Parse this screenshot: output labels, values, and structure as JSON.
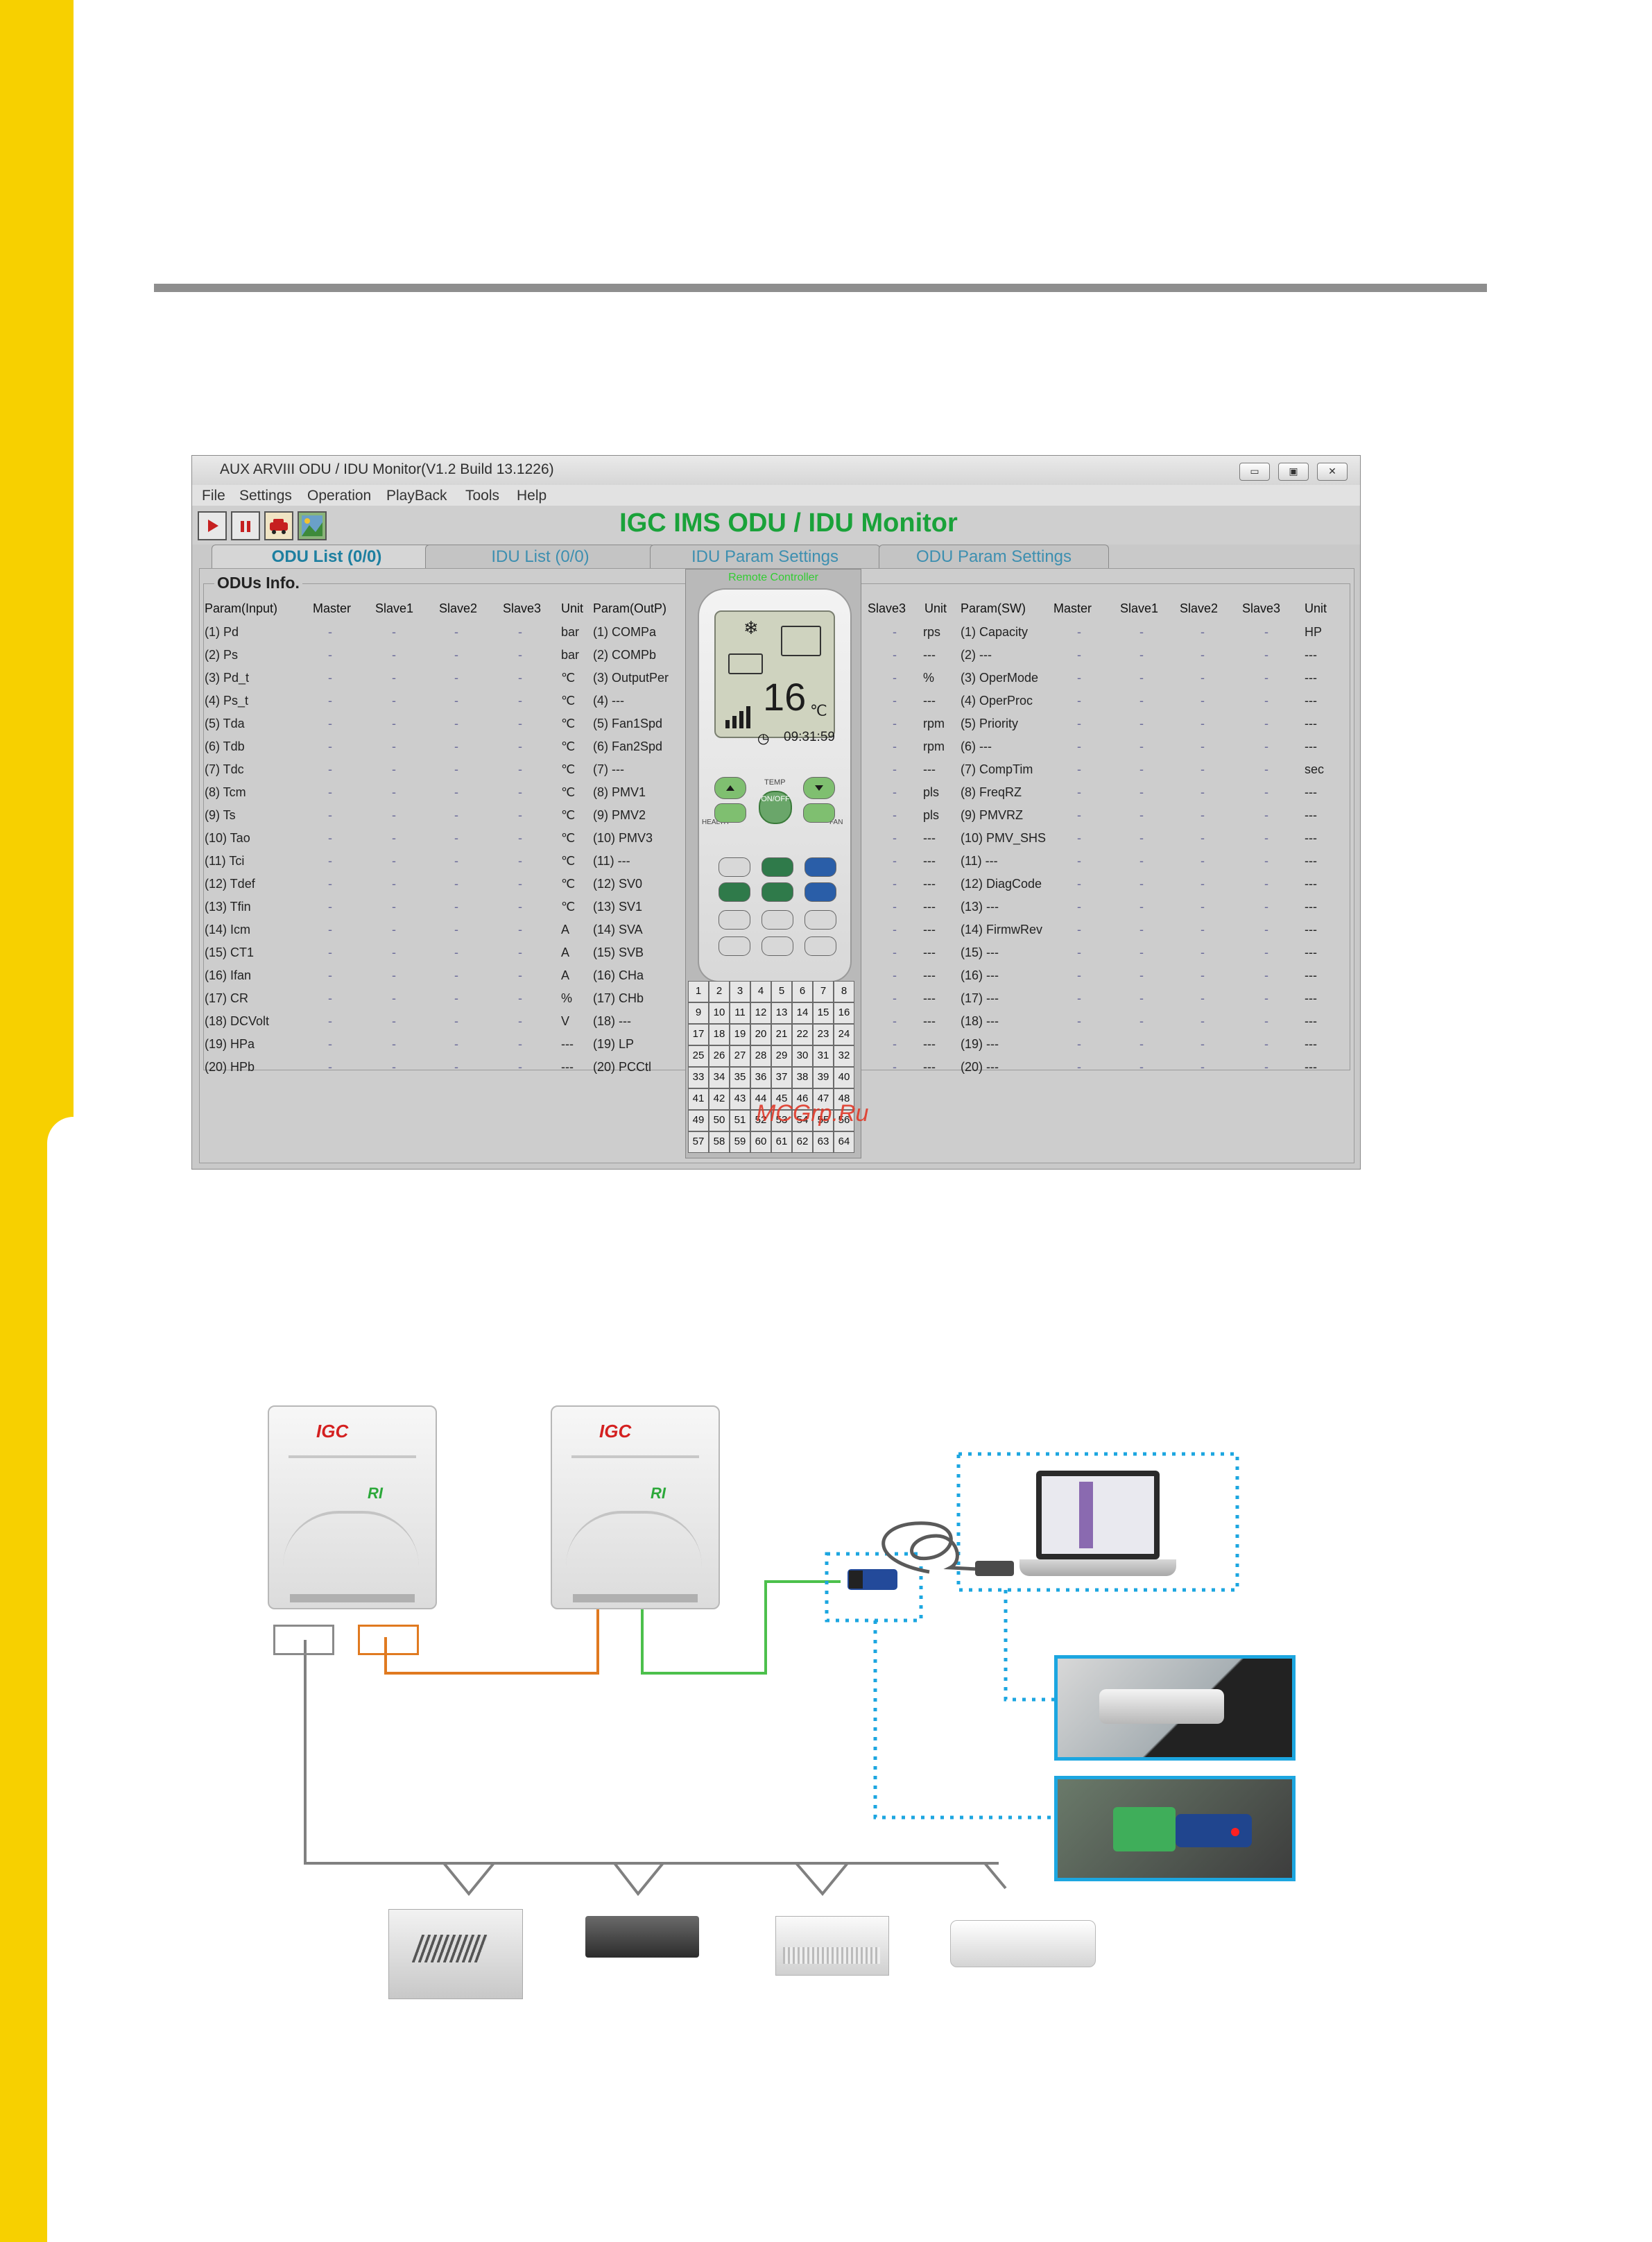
{
  "app": {
    "window_title": "AUX ARVIII ODU / IDU Monitor(V1.2 Build 13.1226)",
    "menu": [
      "File",
      "Settings",
      "Operation",
      "PlayBack",
      "Tools",
      "Help"
    ],
    "heading": "IGC IMS ODU / IDU Monitor",
    "tabs": [
      "ODU List (0/0)",
      "IDU List (0/0)",
      "IDU Param Settings",
      "ODU Param Settings"
    ],
    "group_label": "ODUs  Info.",
    "window_buttons": [
      "▭",
      "▣",
      "✕"
    ]
  },
  "table": {
    "headers": {
      "input": [
        "Param(Input)",
        "Master",
        "Slave1",
        "Slave2",
        "Slave3",
        "Unit"
      ],
      "output": [
        "Param(OutP)"
      ],
      "sw_left": [
        "Slave3",
        "Unit"
      ],
      "sw": [
        "Param(SW)",
        "Master",
        "Slave1",
        "Slave2",
        "Slave3",
        "Unit"
      ]
    },
    "dash": "-",
    "input_rows": [
      {
        "name": "(1) Pd",
        "unit": "bar"
      },
      {
        "name": "(2) Ps",
        "unit": "bar"
      },
      {
        "name": "(3) Pd_t",
        "unit": "℃"
      },
      {
        "name": "(4) Ps_t",
        "unit": "℃"
      },
      {
        "name": "(5) Tda",
        "unit": "℃"
      },
      {
        "name": "(6) Tdb",
        "unit": "℃"
      },
      {
        "name": "(7) Tdc",
        "unit": "℃"
      },
      {
        "name": "(8) Tcm",
        "unit": "℃"
      },
      {
        "name": "(9) Ts",
        "unit": "℃"
      },
      {
        "name": "(10) Tao",
        "unit": "℃"
      },
      {
        "name": "(11) Tci",
        "unit": "℃"
      },
      {
        "name": "(12) Tdef",
        "unit": "℃"
      },
      {
        "name": "(13) Tfin",
        "unit": "℃"
      },
      {
        "name": "(14) Icm",
        "unit": "A"
      },
      {
        "name": "(15) CT1",
        "unit": "A"
      },
      {
        "name": "(16) Ifan",
        "unit": "A"
      },
      {
        "name": "(17) CR",
        "unit": "%"
      },
      {
        "name": "(18) DCVolt",
        "unit": "V"
      },
      {
        "name": "(19) HPa",
        "unit": "---"
      },
      {
        "name": "(20) HPb",
        "unit": "---"
      }
    ],
    "output_rows": [
      "(1) COMPa",
      "(2) COMPb",
      "(3) OutputPer",
      "(4) ---",
      "(5) Fan1Spd",
      "(6) Fan2Spd",
      "(7) ---",
      "(8) PMV1",
      "(9) PMV2",
      "(10) PMV3",
      "(11) ---",
      "(12) SV0",
      "(13) SV1",
      "(14) SVA",
      "(15) SVB",
      "(16) CHa",
      "(17) CHb",
      "(18) ---",
      "(19) LP",
      "(20) PCCtl"
    ],
    "output_units": [
      "rps",
      "---",
      "%",
      "---",
      "rpm",
      "rpm",
      "---",
      "pls",
      "pls",
      "---",
      "---",
      "---",
      "---",
      "---",
      "---",
      "---",
      "---",
      "---",
      "---",
      "---"
    ],
    "sw_rows": [
      {
        "name": "(1) Capacity",
        "unit": "HP"
      },
      {
        "name": "(2) ---",
        "unit": "---"
      },
      {
        "name": "(3) OperMode",
        "unit": "---"
      },
      {
        "name": "(4) OperProc",
        "unit": "---"
      },
      {
        "name": "(5) Priority",
        "unit": "---"
      },
      {
        "name": "(6) ---",
        "unit": "---"
      },
      {
        "name": "(7) CompTim",
        "unit": "sec"
      },
      {
        "name": "(8) FreqRZ",
        "unit": "---"
      },
      {
        "name": "(9) PMVRZ",
        "unit": "---"
      },
      {
        "name": "(10) PMV_SHS",
        "unit": "---"
      },
      {
        "name": "(11) ---",
        "unit": "---"
      },
      {
        "name": "(12) DiagCode",
        "unit": "---"
      },
      {
        "name": "(13) ---",
        "unit": "---"
      },
      {
        "name": "(14) FirmwRev",
        "unit": "---"
      },
      {
        "name": "(15) ---",
        "unit": "---"
      },
      {
        "name": "(16) ---",
        "unit": "---"
      },
      {
        "name": "(17) ---",
        "unit": "---"
      },
      {
        "name": "(18) ---",
        "unit": "---"
      },
      {
        "name": "(19) ---",
        "unit": "---"
      },
      {
        "name": "(20) ---",
        "unit": "---"
      }
    ]
  },
  "remote": {
    "caption": "Remote Controller",
    "temperature": "16",
    "unit": "℃",
    "time": "09:31:59",
    "temp_label": "TEMP",
    "on_off": "ON/OFF",
    "side_left": "HEALTH",
    "side_right": "FAN",
    "numbers": [
      "1",
      "2",
      "3",
      "4",
      "5",
      "6",
      "7",
      "8",
      "9",
      "10",
      "11",
      "12",
      "13",
      "14",
      "15",
      "16",
      "17",
      "18",
      "19",
      "20",
      "21",
      "22",
      "23",
      "24",
      "25",
      "26",
      "27",
      "28",
      "29",
      "30",
      "31",
      "32",
      "33",
      "34",
      "35",
      "36",
      "37",
      "38",
      "39",
      "40",
      "41",
      "42",
      "43",
      "44",
      "45",
      "46",
      "47",
      "48",
      "49",
      "50",
      "51",
      "52",
      "53",
      "54",
      "55",
      "56",
      "57",
      "58",
      "59",
      "60",
      "61",
      "62",
      "63",
      "64"
    ]
  },
  "watermark": "MCGrp.Ru",
  "diagram": {
    "odu_logo": "IGC",
    "odu_badge": "RI"
  },
  "colors": {
    "yellow_band": "#f7d000",
    "title_green": "#1aa23a",
    "orange_wire": "#e07a20",
    "green_wire": "#4cc04c",
    "dotted_blue": "#1ca6e0",
    "gray_wire": "#808080"
  }
}
